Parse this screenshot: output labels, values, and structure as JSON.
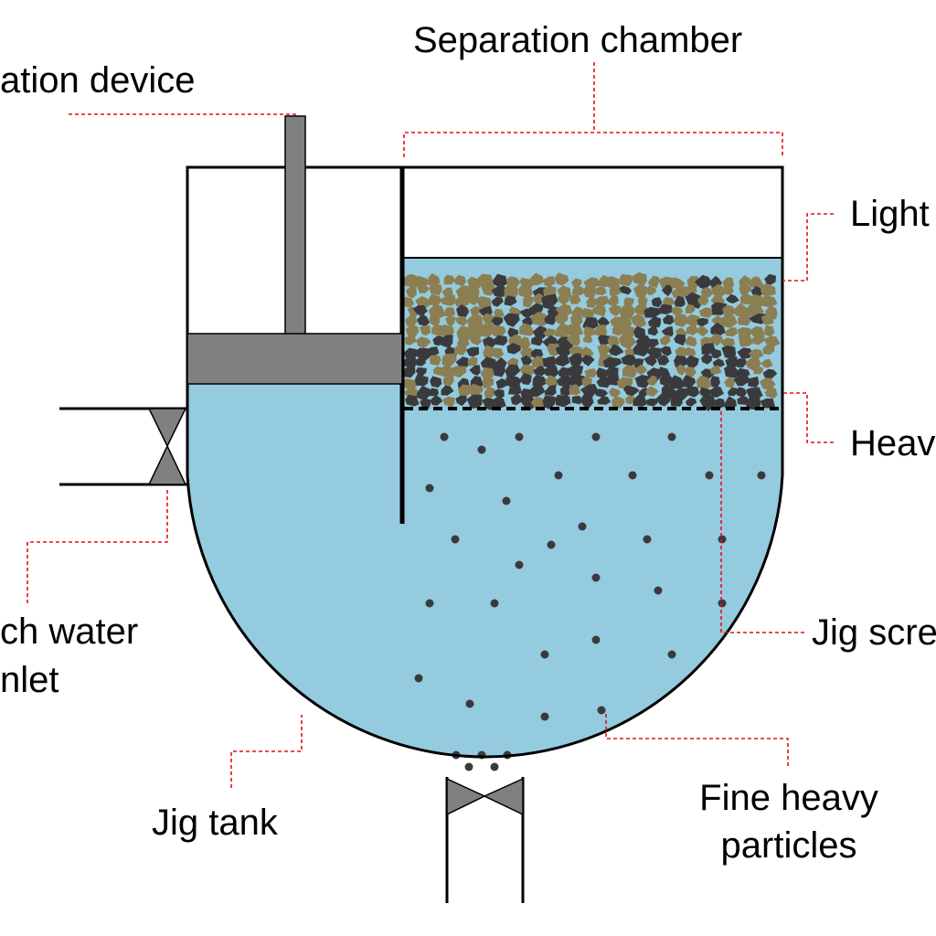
{
  "labels": {
    "vibration_device": "ation device",
    "separation_chamber": "Separation chamber",
    "light": "Light",
    "heavy": "Heav",
    "jig_screen": "Jig scre",
    "flush_water_inlet_line1": "ch water",
    "flush_water_inlet_line2": "nlet",
    "jig_tank": "Jig tank",
    "fine_heavy_particles_line1": "Fine heavy",
    "fine_heavy_particles_line2": "particles"
  },
  "colors": {
    "water": "#94cbde",
    "plunger": "#808080",
    "heavy_particle": "#3a3a3d",
    "light_particle": "#8b7e52",
    "leader_line": "#e4111c",
    "outline": "#000000"
  }
}
